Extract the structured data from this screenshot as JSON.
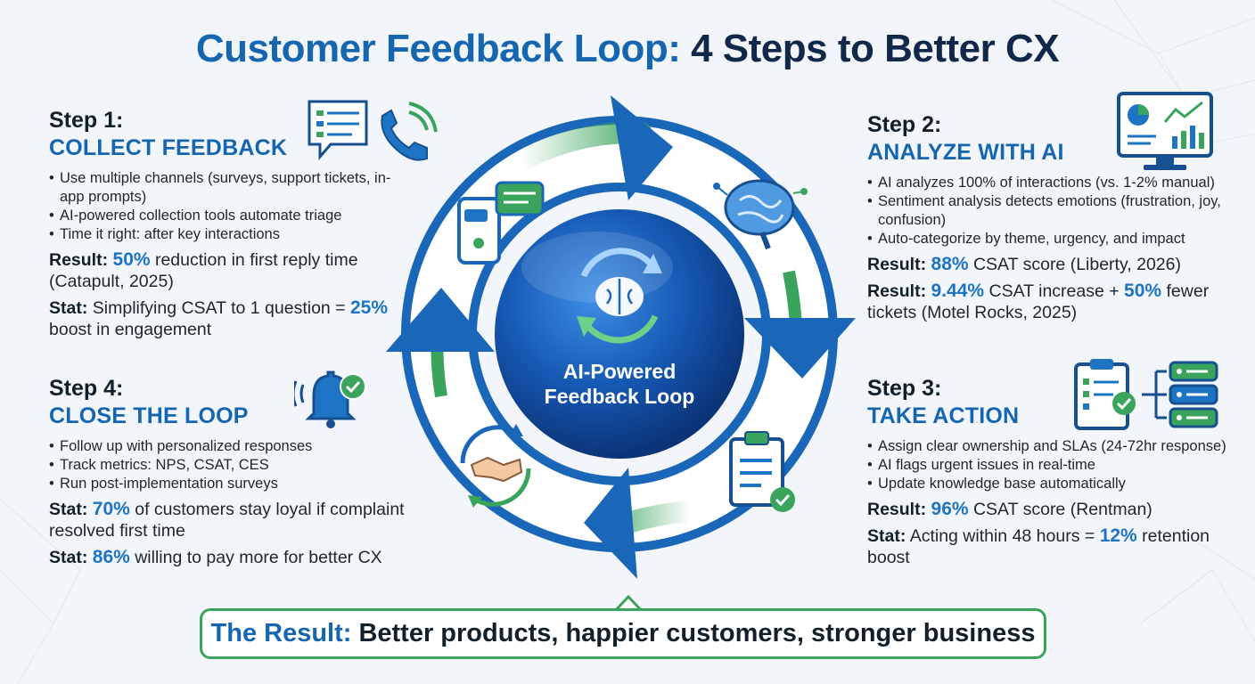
{
  "title": {
    "part1": "Customer Feedback Loop:",
    "part2": "4 Steps to Better CX"
  },
  "center": {
    "line1": "AI-Powered",
    "line2": "Feedback Loop"
  },
  "colors": {
    "blue": "#1565b0",
    "accent_blue": "#1d74c4",
    "green": "#3aa45c",
    "dark": "#12202c"
  },
  "steps": [
    {
      "label": "Step 1:",
      "heading": "COLLECT FEEDBACK",
      "icons": [
        "survey-form-icon",
        "phone-icon"
      ],
      "bullets": [
        "Use multiple channels (surveys, support tickets, in-app prompts)",
        "AI-powered collection tools automate triage",
        "Time it right: after key interactions"
      ],
      "metrics": [
        {
          "label": "Result:",
          "value": "50%",
          "text": "reduction in first reply time (Catapult, 2025)"
        },
        {
          "label": "Stat:",
          "text": "Simplifying CSAT to 1 question =",
          "value": "25%",
          "text2": "boost in engagement"
        }
      ]
    },
    {
      "label": "Step 2:",
      "heading": "ANALYZE WITH AI",
      "icons": [
        "analytics-dashboard-icon"
      ],
      "bullets": [
        "AI analyzes 100% of interactions (vs. 1-2% manual)",
        "Sentiment analysis detects emotions (frustration, joy, confusion)",
        "Auto-categorize by theme, urgency, and impact"
      ],
      "metrics": [
        {
          "label": "Result:",
          "value": "88%",
          "text": "CSAT score (Liberty, 2026)"
        },
        {
          "label": "Result:",
          "value": "9.44%",
          "text": "CSAT increase +",
          "value2": "50%",
          "text2": "fewer tickets (Motel Rocks, 2025)"
        }
      ]
    },
    {
      "label": "Step 3:",
      "heading": "TAKE ACTION",
      "icons": [
        "task-checklist-icon",
        "routing-icon"
      ],
      "bullets": [
        "Assign clear ownership and SLAs (24-72hr response)",
        "AI flags urgent issues in real-time",
        "Update knowledge base automatically"
      ],
      "metrics": [
        {
          "label": "Result:",
          "value": "96%",
          "text": "CSAT score (Rentman)"
        },
        {
          "label": "Stat:",
          "text": "Acting within 48 hours =",
          "value": "12%",
          "text2": "retention boost"
        }
      ]
    },
    {
      "label": "Step 4:",
      "heading": "CLOSE THE LOOP",
      "icons": [
        "notification-bell-icon"
      ],
      "bullets": [
        "Follow up with personalized responses",
        "Track metrics: NPS, CSAT, CES",
        "Run post-implementation surveys"
      ],
      "metrics": [
        {
          "label": "Stat:",
          "value": "70%",
          "text": "of customers stay loyal if complaint resolved first time"
        },
        {
          "label": "Stat:",
          "value": "86%",
          "text": "willing to pay more for better CX"
        }
      ]
    }
  ],
  "cycle_icons": [
    "mobile-chat-icon",
    "ai-brain-icon",
    "clipboard-check-icon",
    "handshake-icon"
  ],
  "result": {
    "label": "The Result:",
    "text": "Better products, happier customers, stronger business"
  }
}
